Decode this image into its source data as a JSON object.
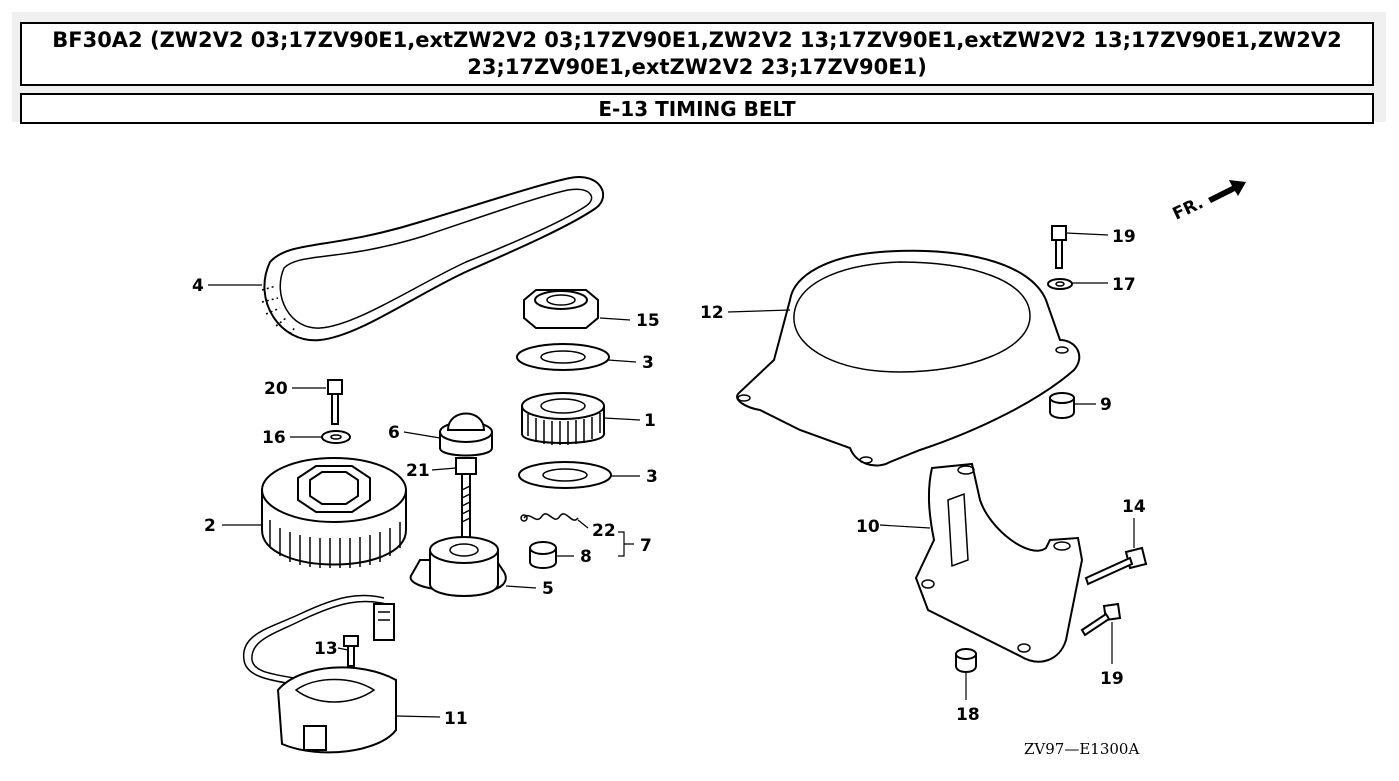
{
  "header": {
    "model_line": "BF30A2 (ZW2V2 03;17ZV90E1,extZW2V2 03;17ZV90E1,ZW2V2 13;17ZV90E1,extZW2V2 13;17ZV90E1,ZW2V2 23;17ZV90E1,extZW2V2 23;17ZV90E1)",
    "section_title": "E-13 TIMING BELT"
  },
  "diagram": {
    "orientation_label": "FR.",
    "drawing_code": "ZV97—E1300A",
    "callouts": {
      "c1": "1",
      "c2": "2",
      "c3a": "3",
      "c3b": "3",
      "c4": "4",
      "c5": "5",
      "c6": "6",
      "c7": "7",
      "c8": "8",
      "c9": "9",
      "c10": "10",
      "c11": "11",
      "c12": "12",
      "c13": "13",
      "c14": "14",
      "c15": "15",
      "c16": "16",
      "c17": "17",
      "c18": "18",
      "c19a": "19",
      "c19b": "19",
      "c20": "20",
      "c21": "21",
      "c22": "22"
    }
  }
}
